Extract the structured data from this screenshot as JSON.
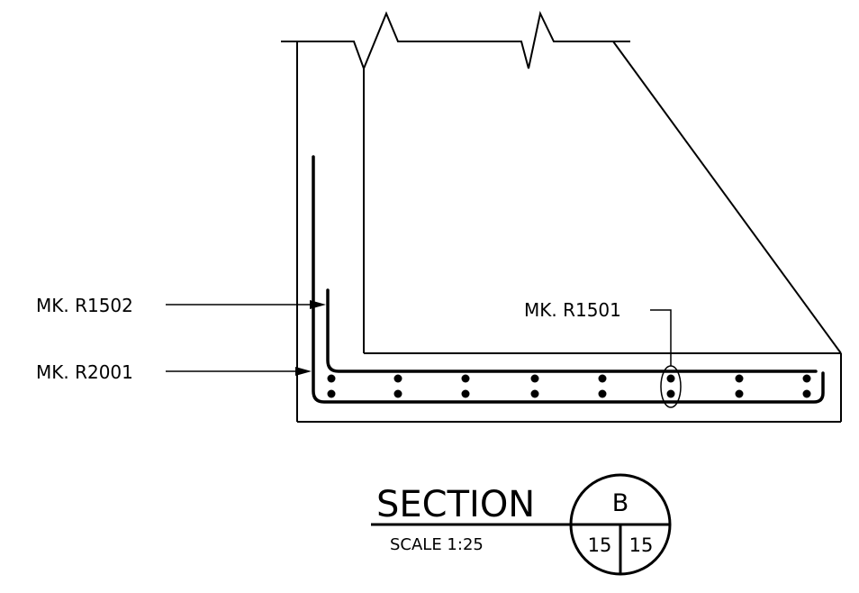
{
  "labels": {
    "r1502": "MK. R1502",
    "r2001": "MK. R2001",
    "r1501": "MK. R1501"
  },
  "section": {
    "title": "SECTION",
    "scale": "SCALE 1:25",
    "letter": "B",
    "sheet_left": "15",
    "sheet_right": "15"
  },
  "rebar": {
    "top_row_bars": 8,
    "bottom_row_bars": 8
  },
  "colors": {
    "line": "#000000",
    "background": "#ffffff"
  }
}
